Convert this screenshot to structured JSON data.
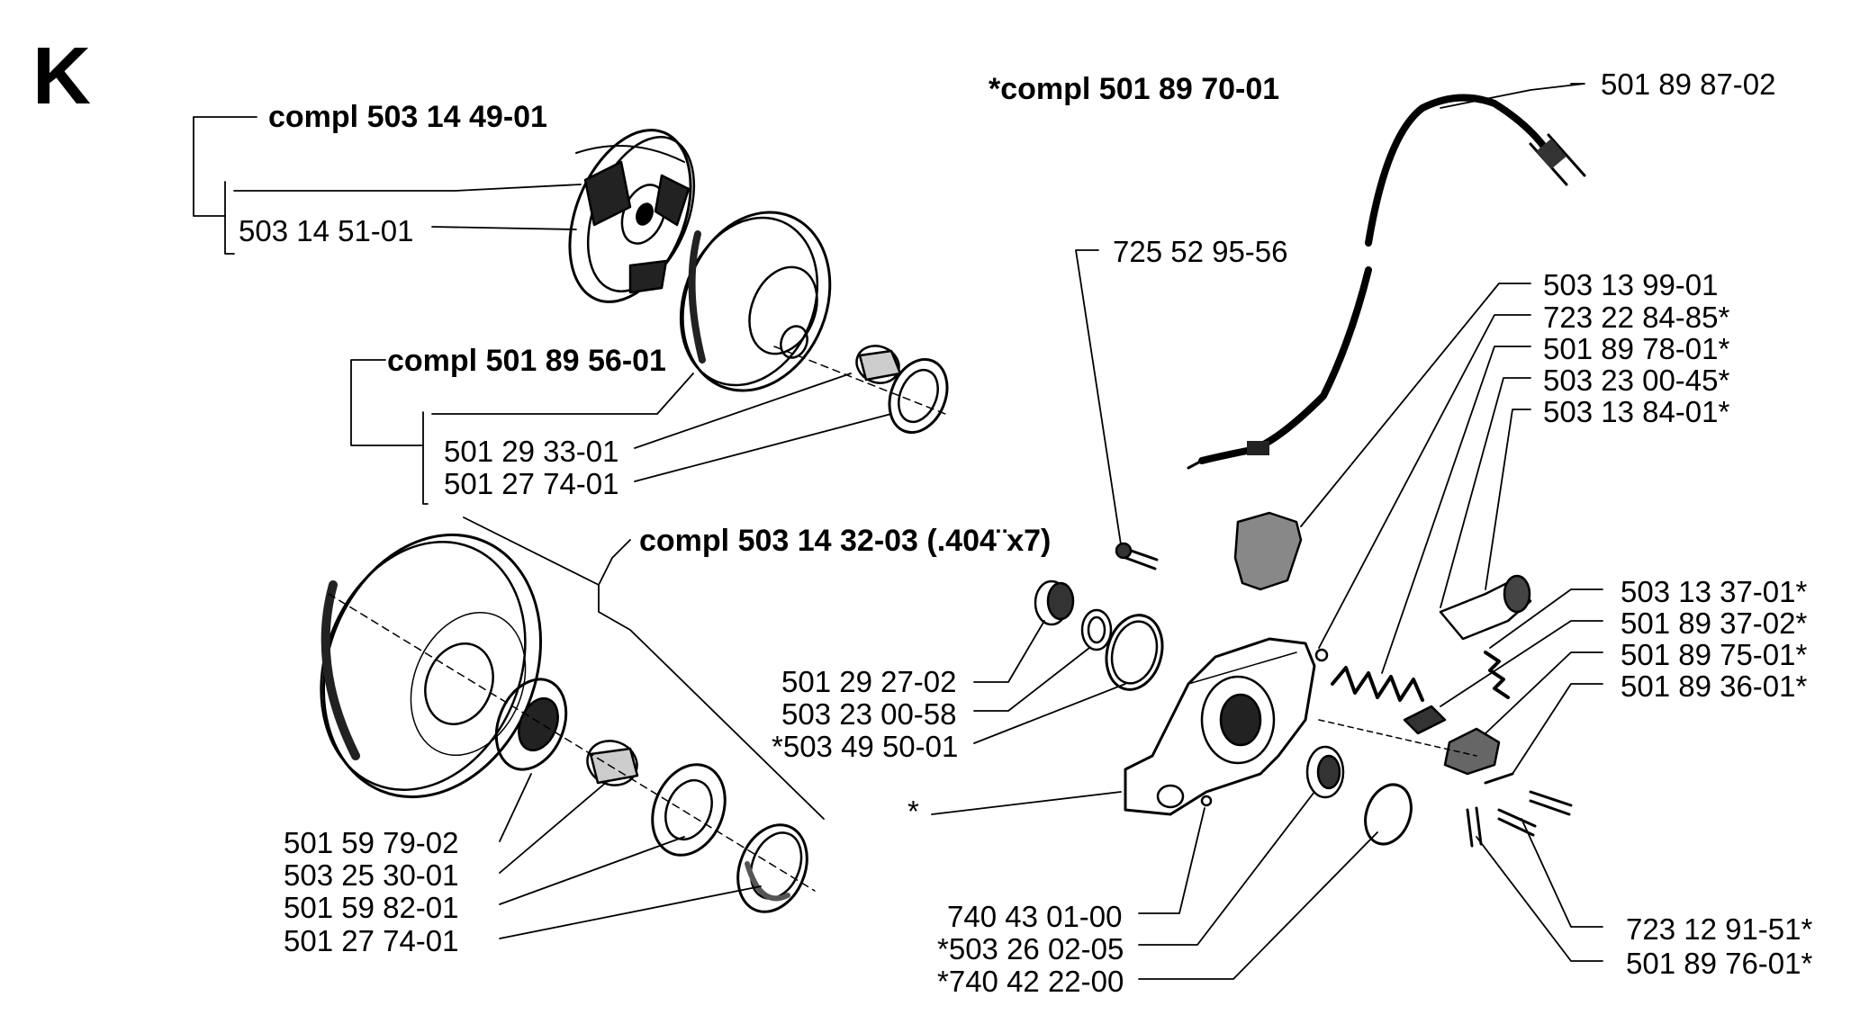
{
  "section_letter": "K",
  "assemblies": {
    "clutch_complete": "compl 503 14 49-01",
    "drum_complete": "compl 501 89 56-01",
    "sprocket_complete": "compl 503 14 32-03 (.404¨x7)",
    "oilpump_complete": "*compl 501 89 70-01"
  },
  "parts": {
    "p_503_14_51_01": "503 14 51-01",
    "p_501_29_33_01": "501 29 33-01",
    "p_501_27_74_01_a": "501 27 74-01",
    "p_501_59_79_02": "501 59 79-02",
    "p_503_25_30_01": "503 25 30-01",
    "p_501_59_82_01": "501 59 82-01",
    "p_501_27_74_01_b": "501 27 74-01",
    "p_501_29_27_02": "501 29 27-02",
    "p_503_23_00_58": "503 23 00-58",
    "p_503_49_50_01": "*503 49 50-01",
    "p_star": "*",
    "p_740_43_01_00": "740 43 01-00",
    "p_503_26_02_05": "*503 26 02-05",
    "p_740_42_22_00": "*740 42 22-00",
    "p_725_52_95_56": "725 52 95-56",
    "p_501_89_87_02": "501 89 87-02",
    "p_503_13_99_01": "503 13 99-01",
    "p_723_22_84_85": "723 22 84-85*",
    "p_501_89_78_01": "501 89 78-01*",
    "p_503_23_00_45": "503 23 00-45*",
    "p_503_13_84_01": "503 13 84-01*",
    "p_503_13_37_01": "503 13 37-01*",
    "p_501_89_37_02": "501 89 37-02*",
    "p_501_89_75_01": "501 89 75-01*",
    "p_501_89_36_01": "501 89 36-01*",
    "p_723_12_91_51": "723 12 91-51*",
    "p_501_89_76_01": "501 89 76-01*"
  }
}
